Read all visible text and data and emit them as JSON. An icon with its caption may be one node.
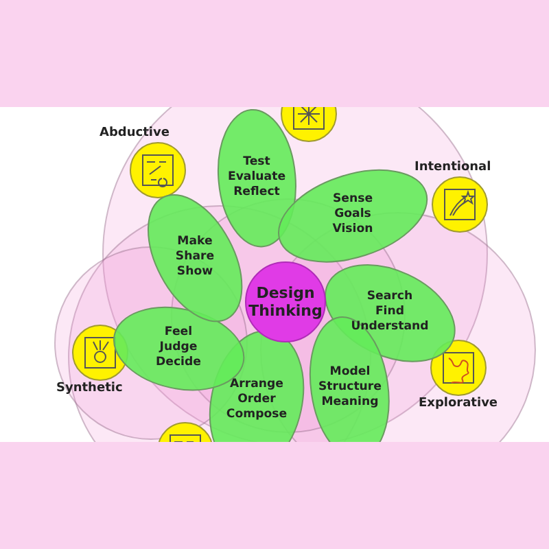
{
  "diagram": {
    "nodes": [
      {
        "text": [
          "Design Thinking"
        ]
      },
      {
        "text": [
          "Test Evaluate Reflect"
        ]
      },
      {
        "text": [
          "Sense Goals Vision"
        ]
      },
      {
        "text": [
          "Search Find Understand"
        ]
      },
      {
        "text": [
          "Model Structure Meaning"
        ]
      },
      {
        "text": [
          "Arrange Order Compose"
        ]
      },
      {
        "text": [
          "Feel Judge Decide"
        ]
      },
      {
        "text": [
          "Make Share Show"
        ]
      },
      {
        "text": [],
        "shape": "circle"
      },
      {
        "text": [
          "Abductive"
        ]
      },
      {
        "text": [
          "Intentional"
        ]
      },
      {
        "text": [
          "Synthetic"
        ]
      },
      {
        "text": [
          "Explorative"
        ]
      },
      {
        "text": [],
        "shape": "circle"
      }
    ]
  }
}
